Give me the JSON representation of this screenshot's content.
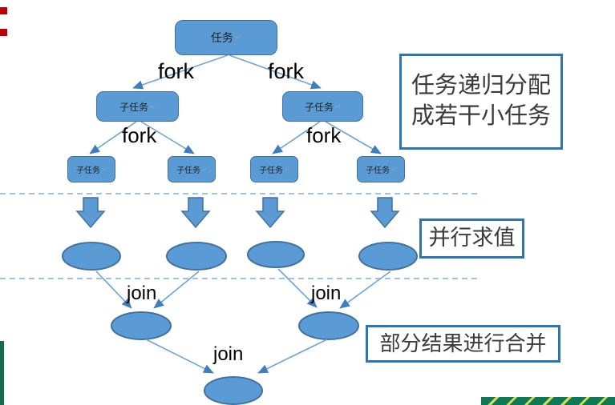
{
  "diagram": {
    "task_label": "任务",
    "subtask_label": "子任务",
    "fork_label": "fork",
    "join_label": "join",
    "return_mark": "↵",
    "annotations": {
      "split": [
        "任务递归分配",
        "成若干小任务"
      ],
      "parallel": "并行求值",
      "merge": "部分结果进行合并"
    },
    "colors": {
      "node_fill": "#5b9bd5",
      "node_border": "#41719c",
      "connector_line": "#6fa3d8",
      "arrowhead": "#3d7ebf",
      "dashed_divider": "#9dc3e6",
      "annotation_border": "#2e75b6",
      "annotation_text": "#3b3b3b",
      "fork_join_text": "#000000",
      "red_marker": "#c00000",
      "green_bar": "#156b4f",
      "stripe_green": "#0e7a55",
      "stripe_yellow": "#d6de58"
    }
  }
}
